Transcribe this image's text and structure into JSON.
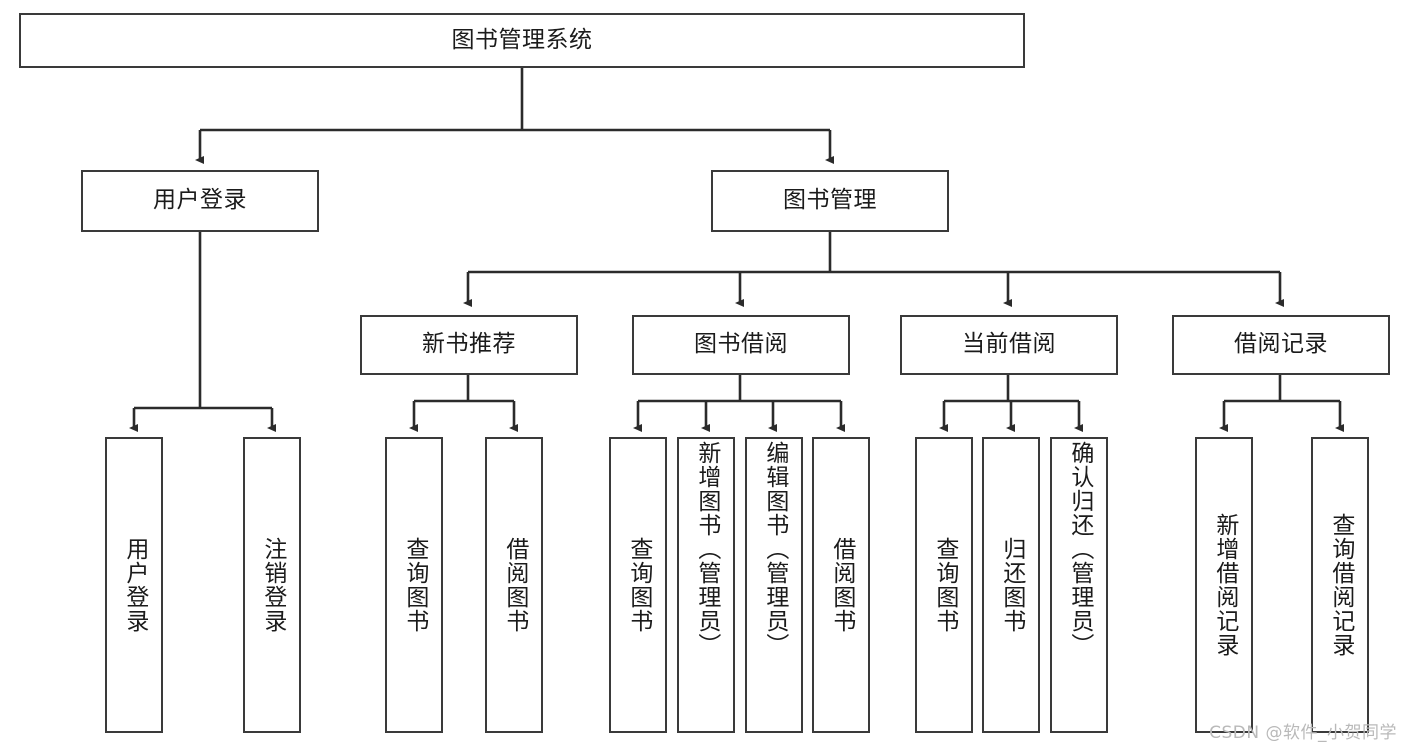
{
  "diagram": {
    "title": "图书管理系统",
    "type": "tree-hierarchy-chart",
    "watermark": "CSDN @软件_小贺同学",
    "colors": {
      "box_border": "#3a3a3a",
      "box_fill": "#ffffff",
      "connector": "#2b2b2b",
      "text": "#1b1b1b",
      "watermark": "#b9b9b9"
    },
    "root": {
      "label": "图书管理系统"
    },
    "level2": [
      {
        "label": "用户登录"
      },
      {
        "label": "图书管理"
      }
    ],
    "level3": [
      {
        "label": "新书推荐"
      },
      {
        "label": "图书借阅"
      },
      {
        "label": "当前借阅"
      },
      {
        "label": "借阅记录"
      }
    ],
    "leaves": {
      "user_login": [
        {
          "label": "用户登录"
        },
        {
          "label": "注销登录"
        }
      ],
      "new_book_recommend": [
        {
          "label": "查询图书"
        },
        {
          "label": "借阅图书"
        }
      ],
      "book_borrow": [
        {
          "label": "查询图书"
        },
        {
          "label": "新增图书（管理员）"
        },
        {
          "label": "编辑图书（管理员）"
        },
        {
          "label": "借阅图书"
        }
      ],
      "current_borrow": [
        {
          "label": "查询图书"
        },
        {
          "label": "归还图书"
        },
        {
          "label": "确认归还（管理员）"
        }
      ],
      "borrow_record": [
        {
          "label": "新增借阅记录"
        },
        {
          "label": "查询借阅记录"
        }
      ]
    }
  }
}
